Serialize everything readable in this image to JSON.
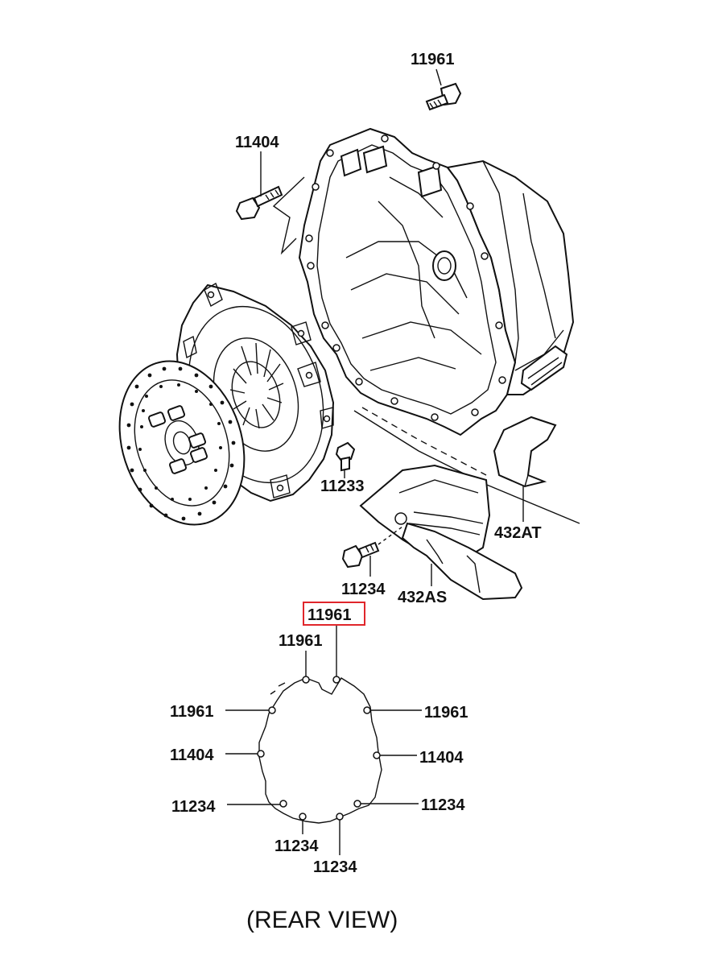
{
  "diagram": {
    "labels": {
      "top_bolt": "11961",
      "housing_bolt": "11404",
      "dowel": "11233",
      "cover_bolt": "11234",
      "cover_at": "432AT",
      "cover_as": "432AS",
      "highlighted": "11961",
      "rv_top_left": "11961",
      "rv_left_1": "11961",
      "rv_right_1": "11961",
      "rv_left_2": "11404",
      "rv_right_2": "11404",
      "rv_left_3": "11234",
      "rv_right_3": "11234",
      "rv_bottom_1": "11234",
      "rv_bottom_2": "11234"
    },
    "caption": "(REAR VIEW)",
    "highlight_color": "#e0262b"
  }
}
